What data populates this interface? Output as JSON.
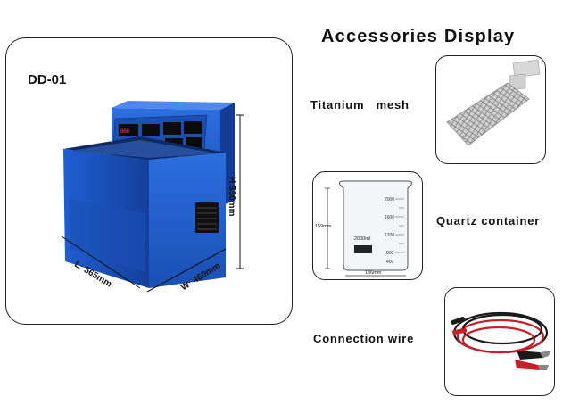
{
  "product": {
    "model": "DD-01",
    "dim_height": "H 530mm",
    "dim_length": "L: 565mm",
    "dim_width": "W: 460mm"
  },
  "accessories": {
    "heading": "Accessories Display",
    "items": [
      {
        "label": "Titanium   mesh",
        "icon": "titanium-mesh-image"
      },
      {
        "label": "Quartz container",
        "icon": "beaker-image"
      },
      {
        "label": "Connection wire",
        "icon": "wire-image"
      }
    ]
  },
  "beaker": {
    "height_label": "159mm",
    "width_label": "136mm",
    "volume_label": "2000ml",
    "scale": [
      "2000",
      "1600",
      "1200",
      "800",
      "400"
    ]
  },
  "colors": {
    "machine_blue": "#1f5fd1",
    "wire_red": "#c8202a",
    "wire_black": "#1a1a1a"
  }
}
